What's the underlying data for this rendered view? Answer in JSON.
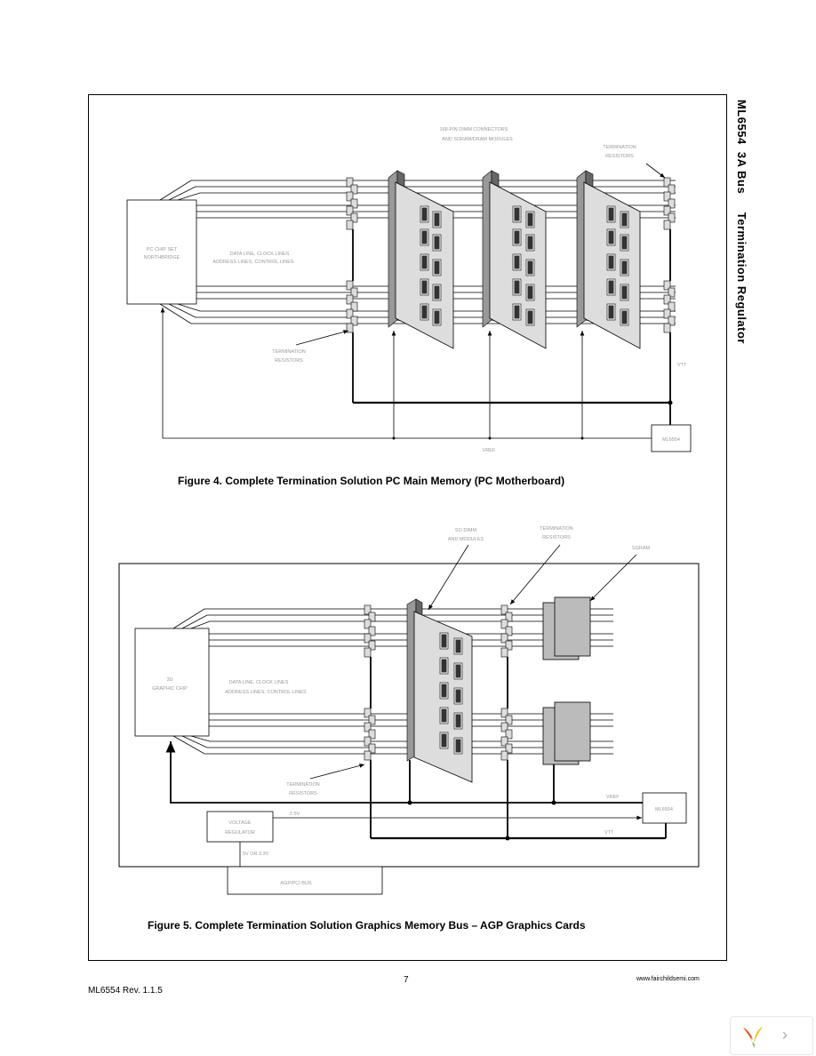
{
  "side_title": "ML6554  3A Bus     Termination Regulator",
  "figure4": {
    "caption": "Figure 4. Complete Termination Solution PC Main Memory (PC Motherboard)",
    "labels": {
      "connectors": "168-PIN DIMM CONNECTORS",
      "modules": "AND SDRAM/DRAM MODULES",
      "term_top_1": "TERMINATION",
      "term_top_2": "RESISTORS",
      "chipset_1": "PC CHIP SET",
      "chipset_2": "NORTHBRIDGE",
      "lines_1": "DATA LINE, CLOCK LINES",
      "lines_2": "ADDRESS LINES, CONTROL LINES",
      "term_bot_1": "TERMINATION",
      "term_bot_2": "RESISTORS",
      "vtt": "VTT",
      "vref": "VREF",
      "regulator": "ML6554"
    }
  },
  "figure5": {
    "caption": "Figure 5. Complete Termination Solution Graphics Memory Bus – AGP Graphics Cards",
    "labels": {
      "dimm_1": "SO DIMM",
      "dimm_2": "AND MODULES",
      "term_top_1": "TERMINATION",
      "term_top_2": "RESISTORS",
      "sgram": "SGRAM",
      "chip_1": "3D",
      "chip_2": "GRAPHIC CHIP",
      "lines_1": "DATA LINE, CLOCK LINES",
      "lines_2": "ADDRESS LINES, CONTROL LINES",
      "term_bot_1": "TERMINATION",
      "term_bot_2": "RESISTORS",
      "vref": "VREF",
      "regulator": "ML6554",
      "vreg_1": "VOLTAGE",
      "vreg_2": "REGULATOR",
      "v25": "2.5V",
      "vtt": "VTT",
      "supply": "5V OR 3.3V",
      "agp": "AGP/PCI BUS"
    }
  },
  "footer": {
    "page_number": "7",
    "website": "www.fairchildsemi.com",
    "doc_rev": "ML6554 Rev. 1.1.5"
  },
  "viewer": {
    "next_glyph": "›"
  }
}
